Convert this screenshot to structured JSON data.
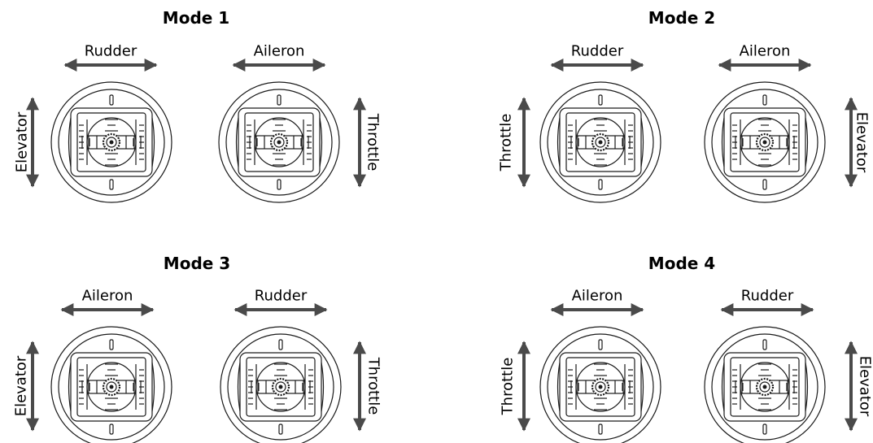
{
  "diagram": {
    "modes": [
      {
        "title": "Mode 1",
        "left": {
          "h": "Rudder",
          "v": "Elevator"
        },
        "right": {
          "h": "Aileron",
          "v": "Throttle"
        }
      },
      {
        "title": "Mode 2",
        "left": {
          "h": "Rudder",
          "v": "Throttle"
        },
        "right": {
          "h": "Aileron",
          "v": "Elevator"
        }
      },
      {
        "title": "Mode 3",
        "left": {
          "h": "Aileron",
          "v": "Elevator"
        },
        "right": {
          "h": "Rudder",
          "v": "Throttle"
        }
      },
      {
        "title": "Mode 4",
        "left": {
          "h": "Aileron",
          "v": "Throttle"
        },
        "right": {
          "h": "Rudder",
          "v": "Elevator"
        }
      }
    ],
    "colors": {
      "line": "#1a1a1a",
      "arrow": "#4a4a4a",
      "text": "#000000"
    },
    "icons": [
      "stick-gimbal-icon",
      "horizontal-double-arrow-icon",
      "vertical-double-arrow-icon"
    ]
  }
}
